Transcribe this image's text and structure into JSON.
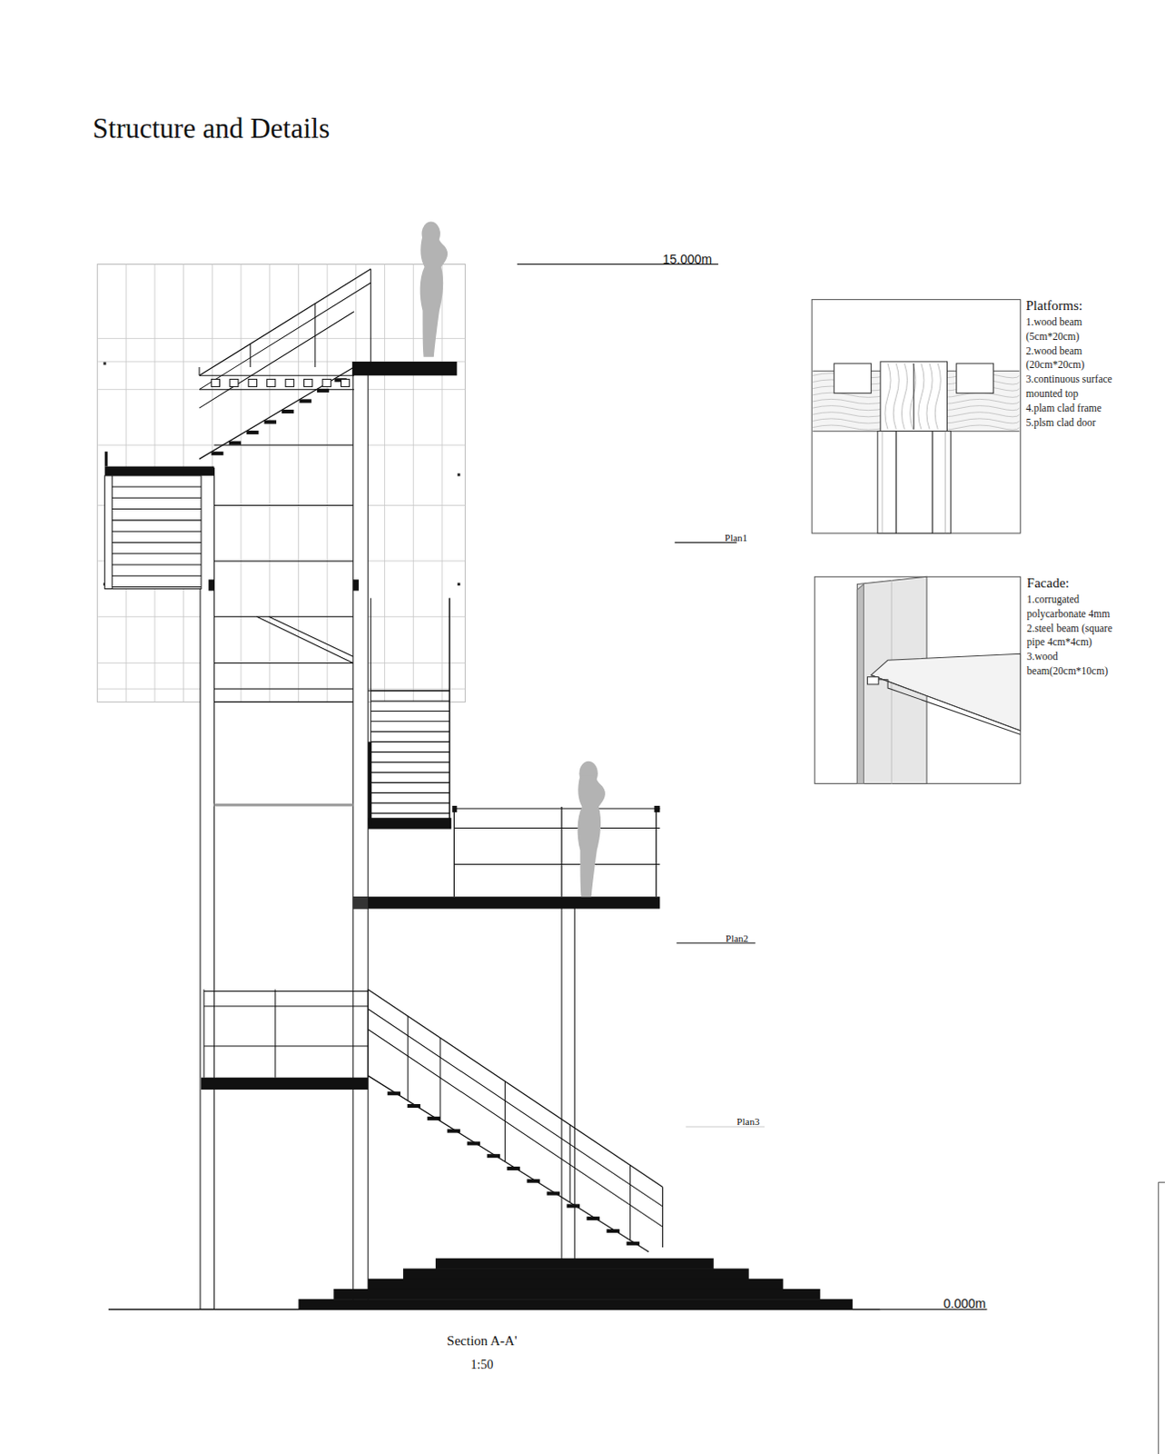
{
  "diagram": {
    "title": "Structure and Details",
    "caption": "Section A-A'",
    "labels": [
      "15.000m",
      "Plan1",
      "Plan2",
      "Plan3",
      "0.000m",
      "1:50",
      "Platforms:",
      "1.wood beam (5cm*20cm)",
      "2.wood beam (20cm*20cm)",
      "3.continuous surface mounted top",
      "4.plam clad frame",
      "5.plsm clad door",
      "Facade:",
      "1.corrugated polycarbonate 4mm",
      "2.steel beam (square pipe 4cm*4cm)",
      "3.wood beam(20cm*10cm)"
    ]
  }
}
